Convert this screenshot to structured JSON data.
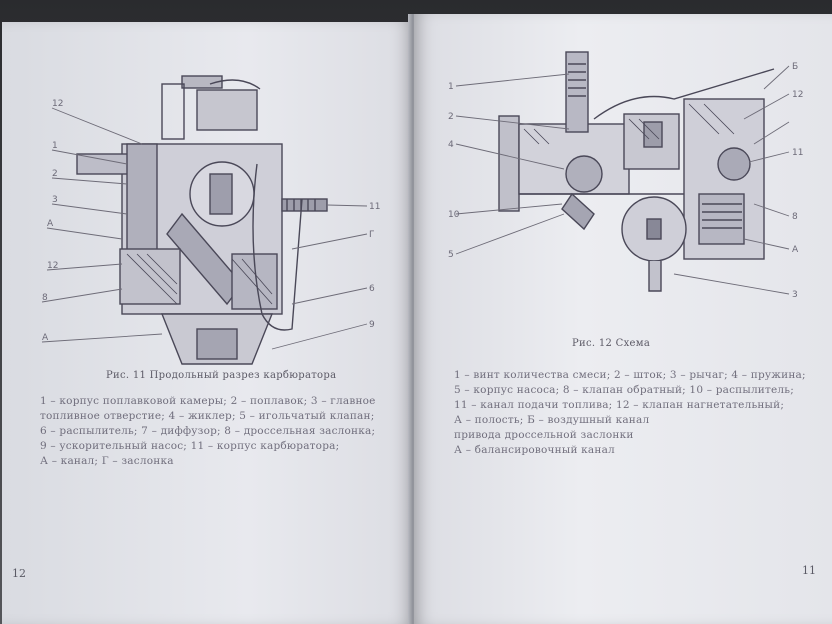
{
  "left_page": {
    "figure_labels": [
      "12",
      "1",
      "2",
      "3",
      "А",
      "12",
      "8",
      "А",
      "11",
      "Г",
      "6",
      "9"
    ],
    "caption": "Рис. 11 Продольный разрез карбюратора",
    "legend_lines": [
      "1 – корпус поплавковой камеры; 2 – поплавок; 3 – главное",
      "топливное отверстие; 4 – жиклер; 5 – игольчатый клапан;",
      "6 – распылитель; 7 – диффузор; 8 – дроссельная заслонка;",
      "9 – ускорительный насос; 11 – корпус карбюратора;",
      "А – канал; Г – заслонка"
    ],
    "page_number": "12"
  },
  "right_page": {
    "figure_labels": [
      "1",
      "2",
      "4",
      "10",
      "5",
      "Б",
      "12",
      "11",
      "8",
      "А",
      "3"
    ],
    "caption": "Рис. 12 Схема",
    "legend_lines": [
      "1 – винт количества смеси; 2 – шток; 3 – рычаг; 4 – пружина;",
      "5 – корпус насоса; 8 – клапан обратный; 10 – распылитель;",
      "11 – канал подачи топлива; 12 – клапан нагнетательный;",
      "А – полость; Б – воздушный канал",
      "привода дроссельной заслонки",
      "А – балансировочный канал"
    ],
    "page_number": "11"
  }
}
